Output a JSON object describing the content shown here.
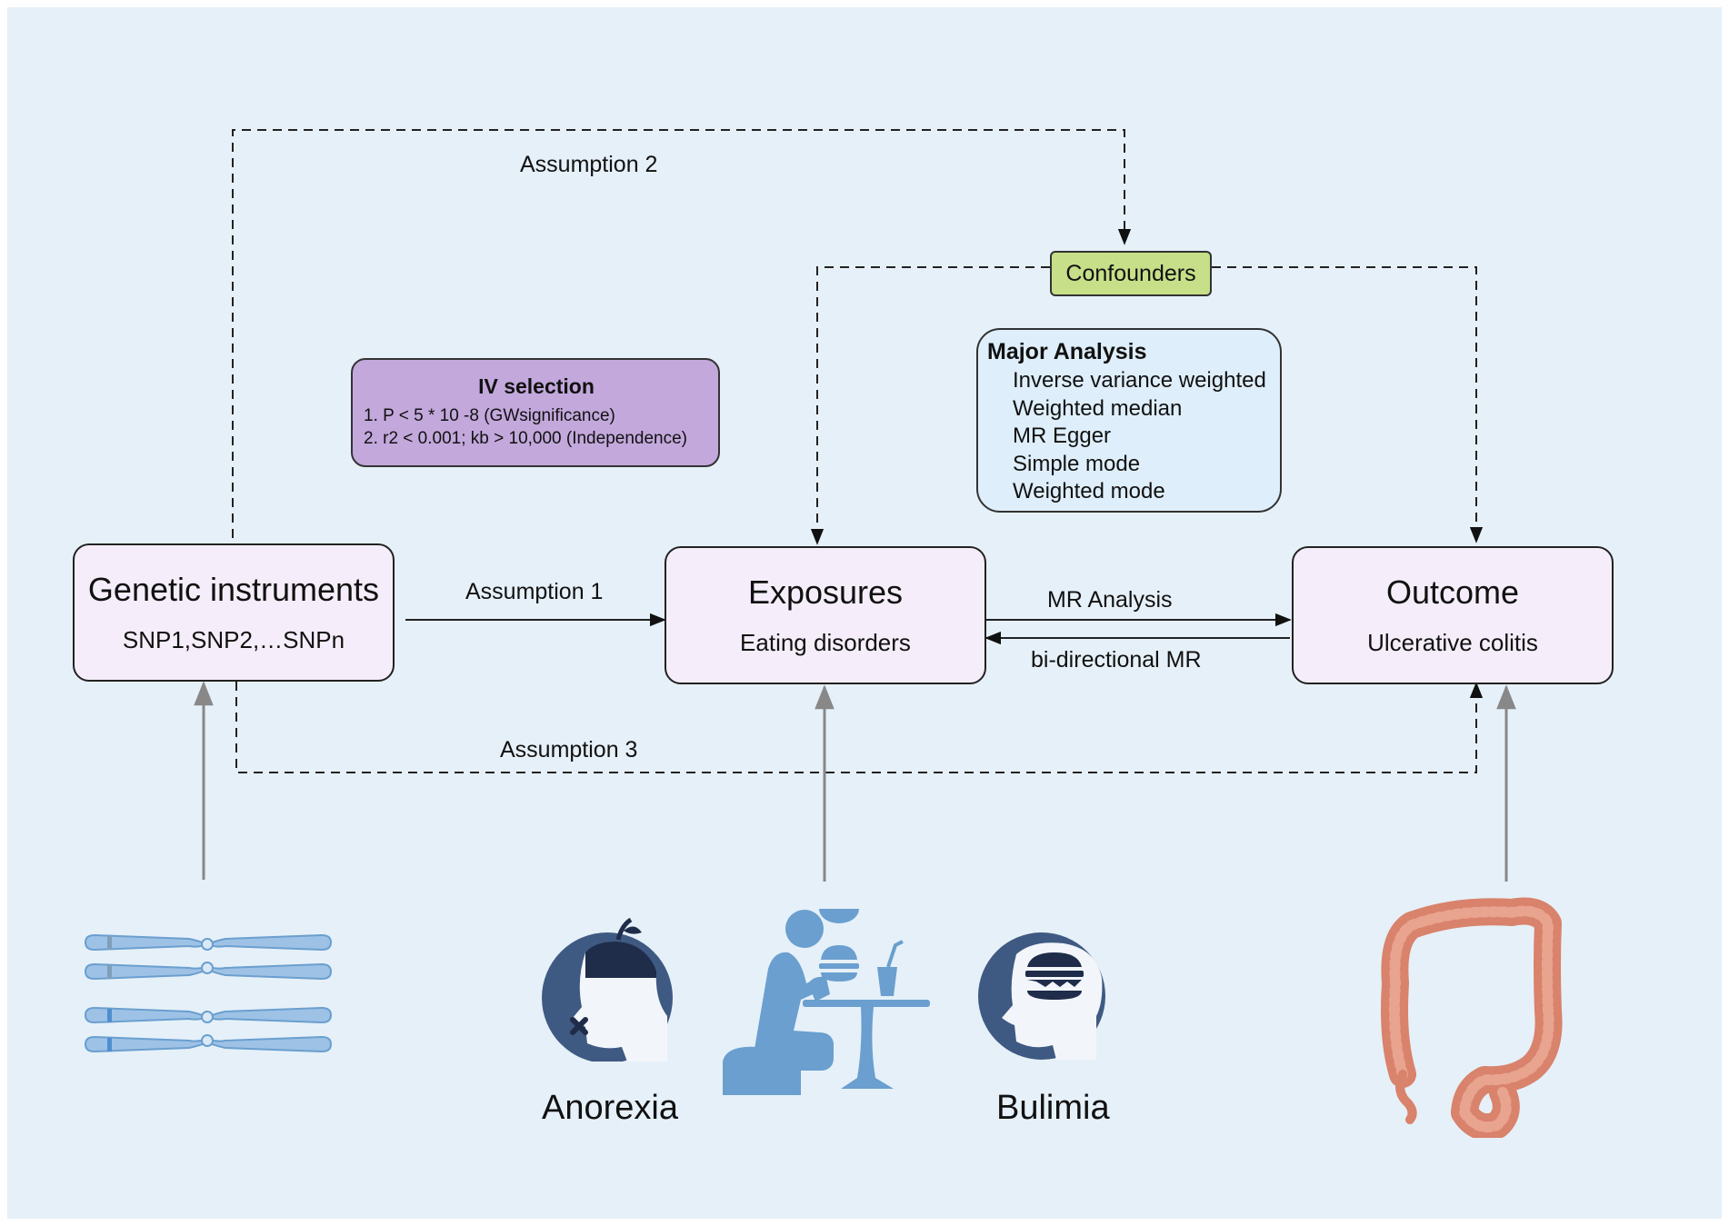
{
  "nodes": {
    "genetic": {
      "title": "Genetic instruments",
      "sub": "SNP1,SNP2,…SNPn"
    },
    "exposures": {
      "title": "Exposures",
      "sub": "Eating disorders"
    },
    "outcome": {
      "title": "Outcome",
      "sub": "Ulcerative colitis"
    }
  },
  "confounders": "Confounders",
  "edges": {
    "assumption1": "Assumption 1",
    "assumption2": "Assumption 2",
    "assumption3": "Assumption 3",
    "mr_analysis": "MR Analysis",
    "bidirectional": "bi-directional MR"
  },
  "iv_selection": {
    "title": "IV selection",
    "lines": [
      "1. P < 5 * 10 -8 (GWsignificance)",
      "2. r2 < 0.001; kb > 10,000 (Independence)"
    ]
  },
  "major_analysis": {
    "title": "Major Analysis",
    "items": [
      "Inverse variance weighted",
      "Weighted median",
      "MR Egger",
      "Simple mode",
      "Weighted mode"
    ]
  },
  "captions": {
    "anorexia": "Anorexia",
    "bulimia": "Bulimia"
  },
  "colors": {
    "background": "#e6f0f8",
    "node_fill": "#f5eefa",
    "confounders_fill": "#c6df88",
    "iv_fill": "#c3a8dc",
    "major_fill": "#deeefa",
    "illustration_blue": "#6a9fcf",
    "icon_navy": "#3f5a82",
    "colon": "#d9826c"
  },
  "icons": [
    "chromosome-icon",
    "anorexia-head-icon",
    "eating-person-icon",
    "bulimia-head-icon",
    "colon-icon"
  ]
}
